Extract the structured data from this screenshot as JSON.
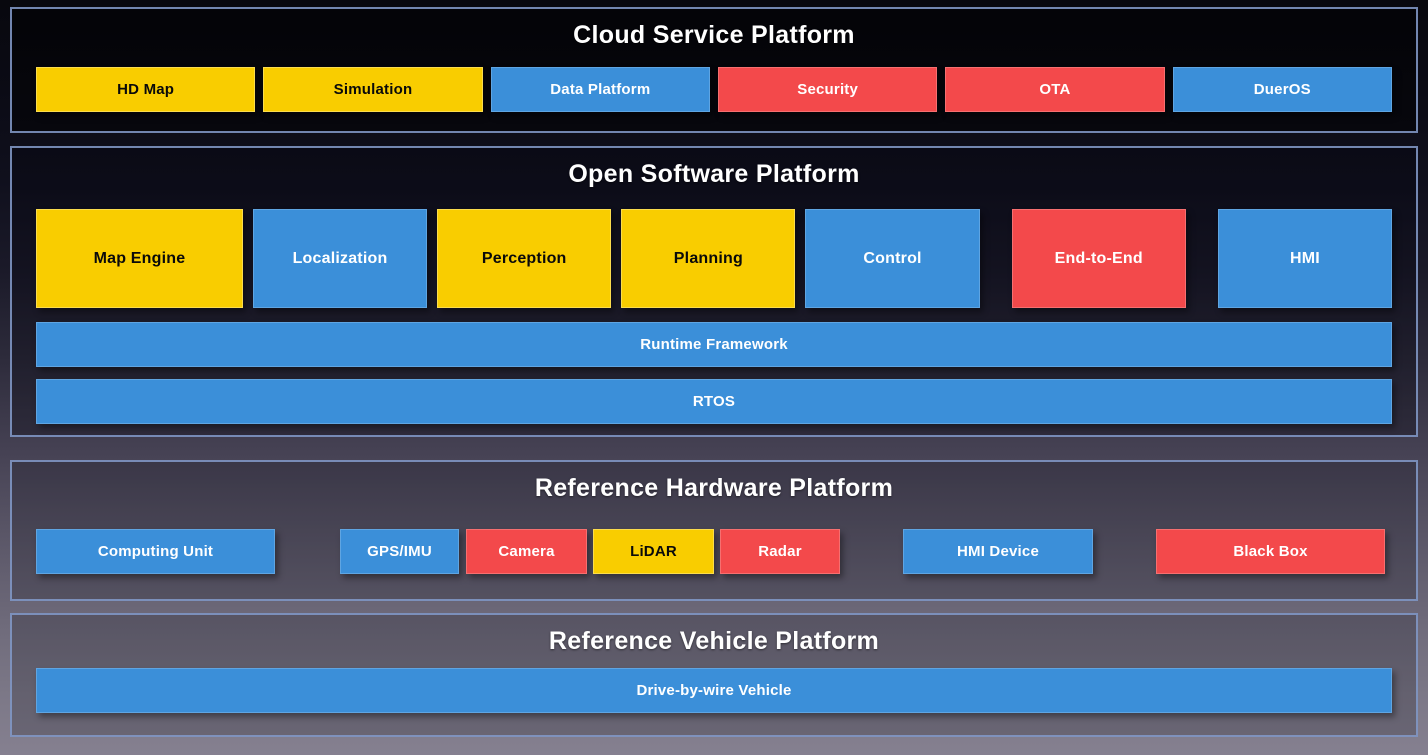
{
  "palette": {
    "yellow": "#F9CD00",
    "blue": "#3B8FD9",
    "red": "#F3494B",
    "yellow_box_text": "#0A0A0A",
    "colored_box_text": "#FFFFFF",
    "section_border": "#8298C7",
    "title_text": "#FFFFFF",
    "background_top": "#08080E",
    "background_bottom": "#858090"
  },
  "sections": {
    "cloud": {
      "title": "Cloud Service Platform",
      "boxes": [
        {
          "label": "HD Map",
          "color": "yellow"
        },
        {
          "label": "Simulation",
          "color": "yellow"
        },
        {
          "label": "Data Platform",
          "color": "blue"
        },
        {
          "label": "Security",
          "color": "red"
        },
        {
          "label": "OTA",
          "color": "red"
        },
        {
          "label": "DuerOS",
          "color": "blue"
        }
      ]
    },
    "software": {
      "title": "Open Software Platform",
      "boxes": [
        {
          "label": "Map Engine",
          "color": "yellow"
        },
        {
          "label": "Localization",
          "color": "blue"
        },
        {
          "label": "Perception",
          "color": "yellow"
        },
        {
          "label": "Planning",
          "color": "yellow"
        },
        {
          "label": "Control",
          "color": "blue"
        },
        {
          "label": "End-to-End",
          "color": "red"
        },
        {
          "label": "HMI",
          "color": "blue"
        }
      ],
      "bars": [
        {
          "label": "Runtime Framework",
          "color": "blue"
        },
        {
          "label": "RTOS",
          "color": "blue"
        }
      ]
    },
    "hardware": {
      "title": "Reference Hardware Platform",
      "boxes": [
        {
          "label": "Computing Unit",
          "color": "blue"
        },
        {
          "label": "GPS/IMU",
          "color": "blue"
        },
        {
          "label": "Camera",
          "color": "red"
        },
        {
          "label": "LiDAR",
          "color": "yellow"
        },
        {
          "label": "Radar",
          "color": "red"
        },
        {
          "label": "HMI Device",
          "color": "blue"
        },
        {
          "label": "Black Box",
          "color": "red"
        }
      ]
    },
    "vehicle": {
      "title": "Reference Vehicle Platform",
      "bars": [
        {
          "label": "Drive-by-wire Vehicle",
          "color": "blue"
        }
      ]
    }
  }
}
